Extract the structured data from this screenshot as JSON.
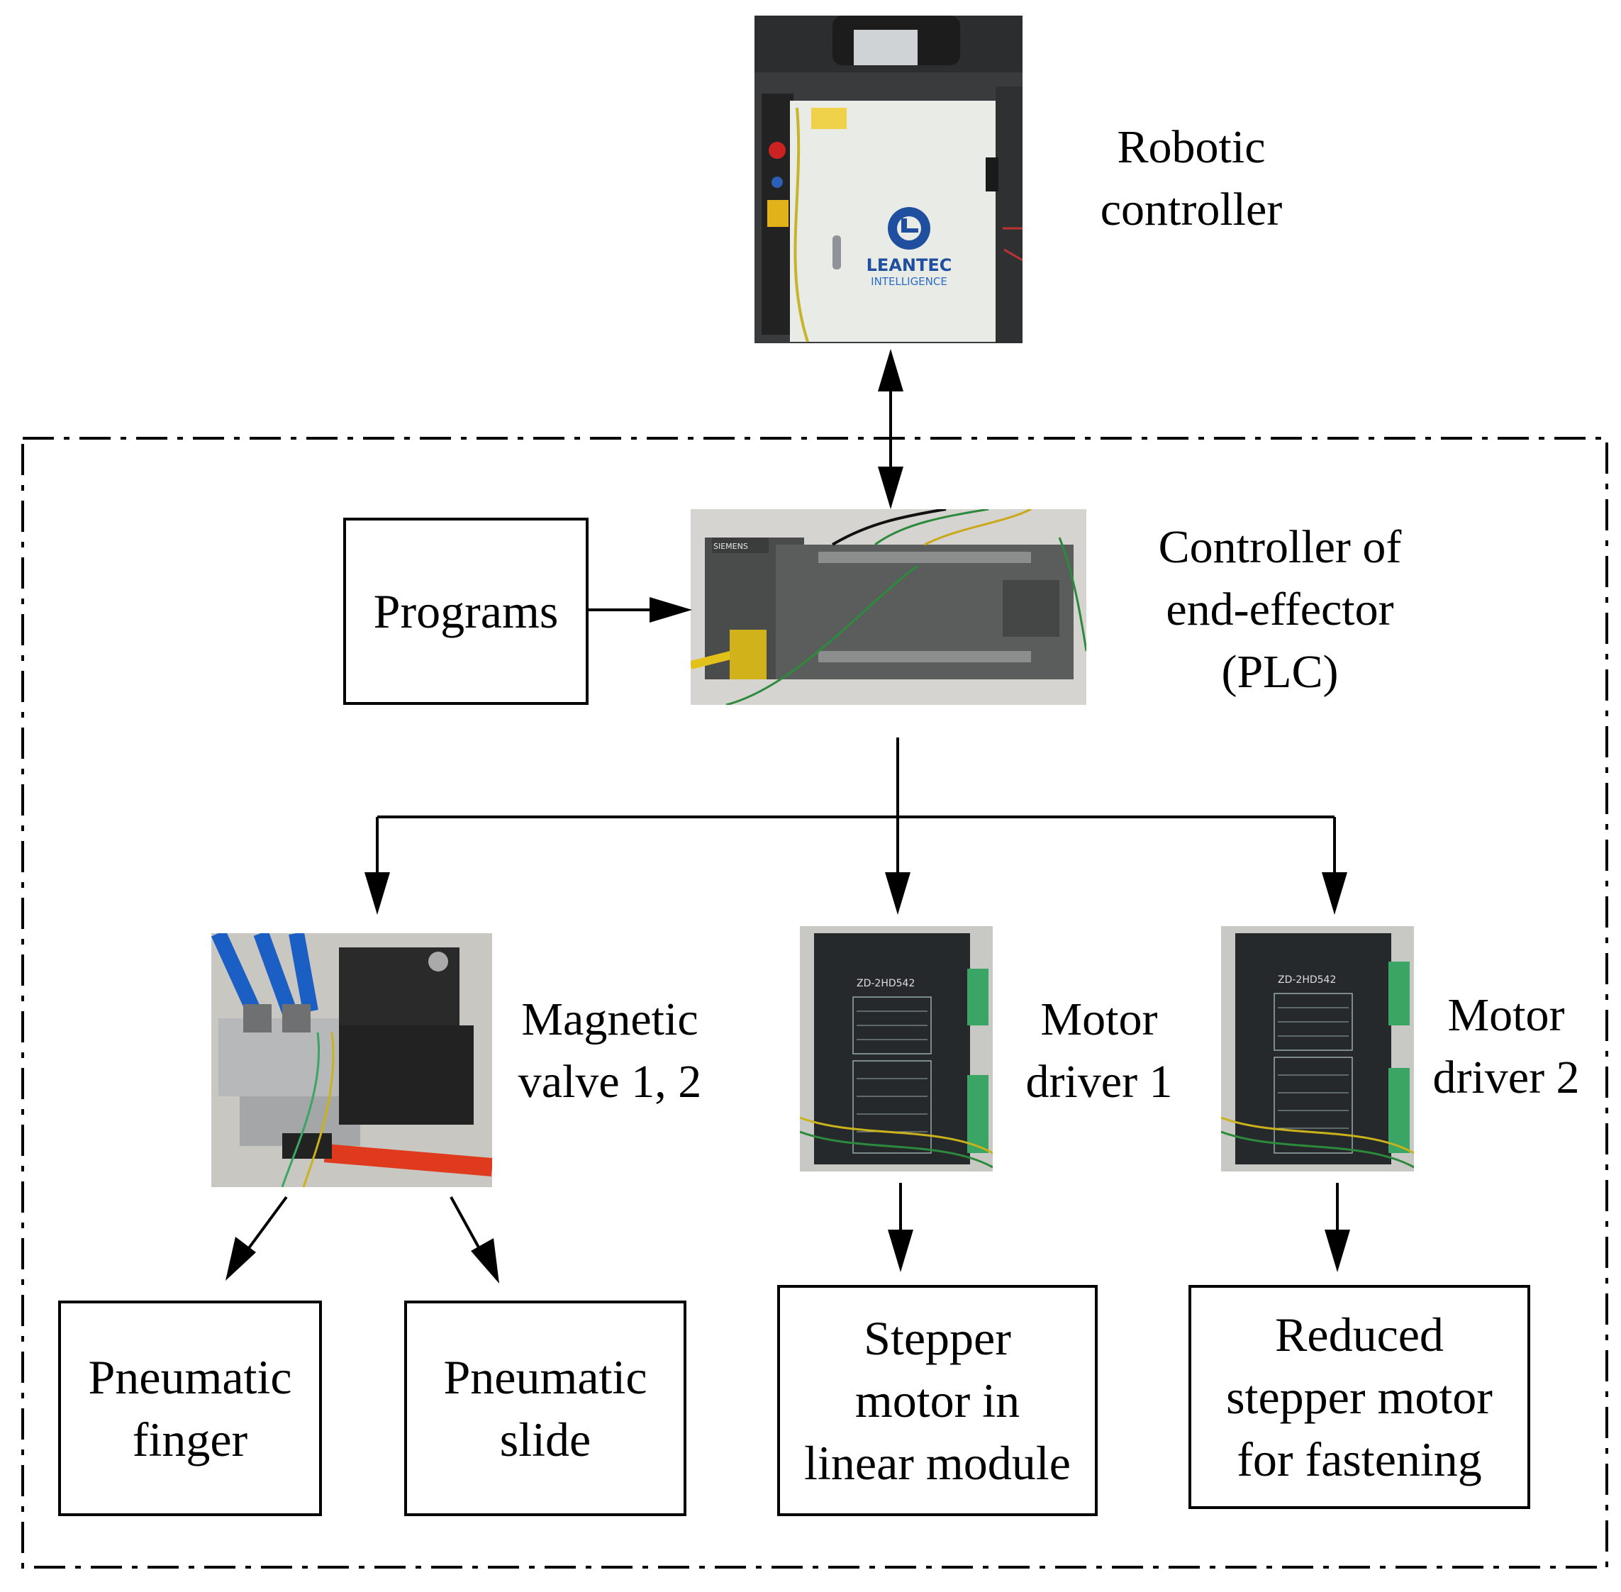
{
  "nodes": {
    "robotic_controller": {
      "line1": "Robotic",
      "line2": "controller",
      "logo_text": "LEANTEC",
      "logo_sub": "INTELLIGENCE"
    },
    "plc": {
      "line1": "Controller of",
      "line2": "end-effector",
      "line3": "(PLC)",
      "brand_text": "SIEMENS"
    },
    "programs": {
      "label": "Programs"
    },
    "valve": {
      "line1": "Magnetic",
      "line2": "valve 1, 2"
    },
    "motor_driver_1": {
      "line1": "Motor",
      "line2": "driver 1",
      "model_text": "ZD-2HD542"
    },
    "motor_driver_2": {
      "line1": "Motor",
      "line2": "driver 2",
      "model_text": "ZD-2HD542"
    },
    "pneumatic_finger": {
      "line1": "Pneumatic",
      "line2": "finger"
    },
    "pneumatic_slide": {
      "line1": "Pneumatic",
      "line2": "slide"
    },
    "stepper_linear": {
      "line1": "Stepper",
      "line2": "motor in",
      "line3": "linear module"
    },
    "reduced_stepper": {
      "line1": "Reduced",
      "line2": "stepper motor",
      "line3": "for fastening"
    }
  },
  "edges": [
    {
      "from": "robotic_controller",
      "to": "plc",
      "direction": "both"
    },
    {
      "from": "programs",
      "to": "plc",
      "direction": "forward"
    },
    {
      "from": "plc",
      "to": "valve",
      "direction": "forward"
    },
    {
      "from": "plc",
      "to": "motor_driver_1",
      "direction": "forward"
    },
    {
      "from": "plc",
      "to": "motor_driver_2",
      "direction": "forward"
    },
    {
      "from": "valve",
      "to": "pneumatic_finger",
      "direction": "forward"
    },
    {
      "from": "valve",
      "to": "pneumatic_slide",
      "direction": "forward"
    },
    {
      "from": "motor_driver_1",
      "to": "stepper_linear",
      "direction": "forward"
    },
    {
      "from": "motor_driver_2",
      "to": "reduced_stepper",
      "direction": "forward"
    }
  ],
  "colors": {
    "line": "#000000",
    "cabinet": "#e9ebe6",
    "plc_body": "#5b5d5c",
    "driver_body": "#26292b",
    "valve_body": "#2a2a2a",
    "tube_blue": "#1b5fc4",
    "tube_red": "#e03a1e",
    "terminal_green": "#3aa564",
    "logo_blue": "#1f4f9e"
  }
}
